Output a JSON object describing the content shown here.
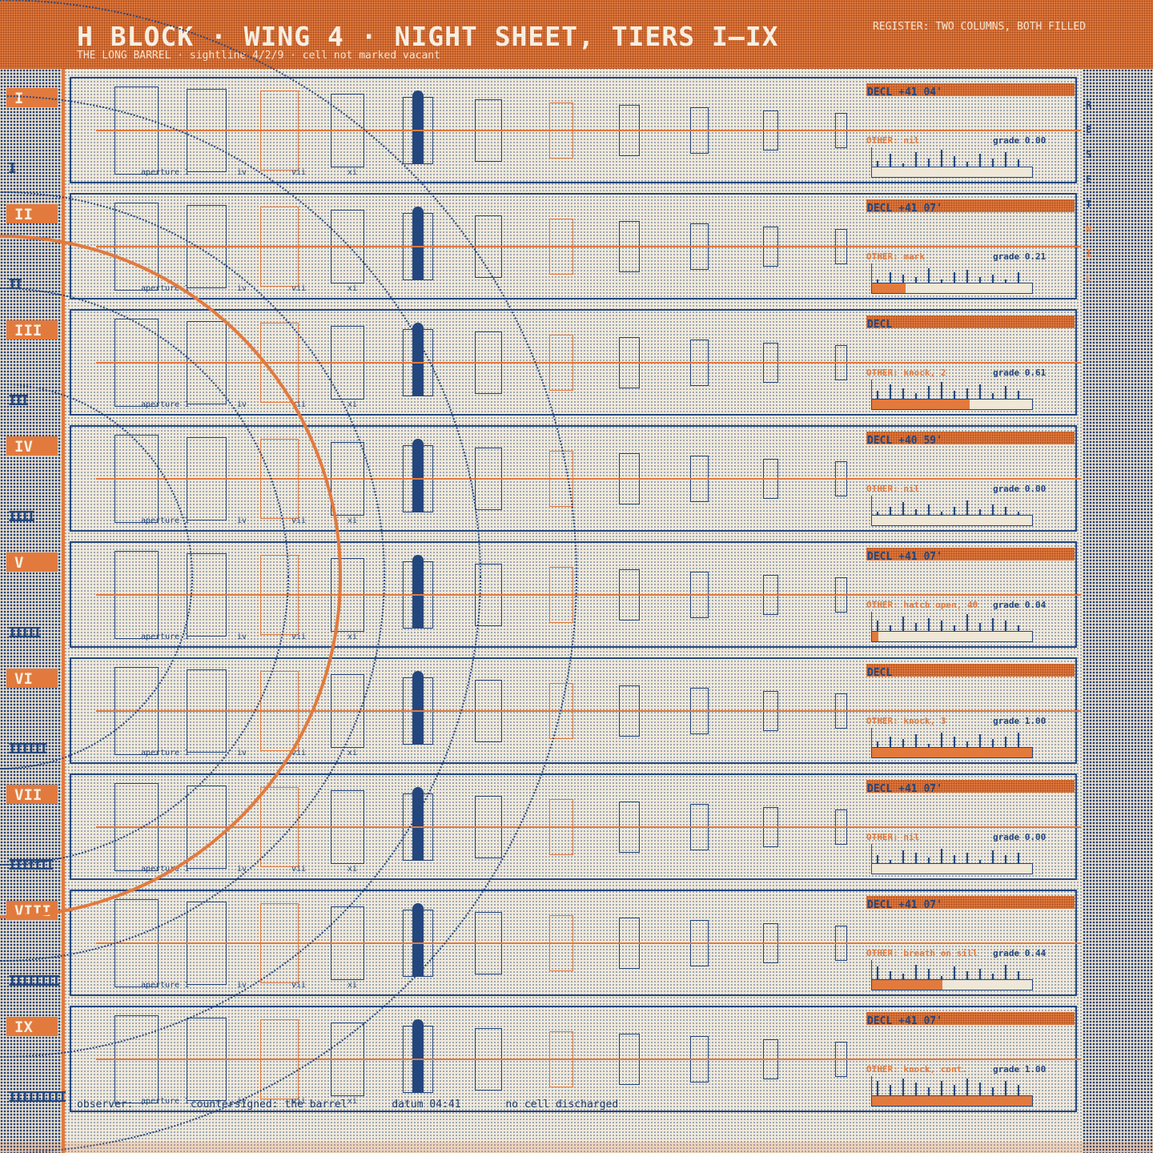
{
  "header": {
    "title": "H BLOCK · WING 4 · NIGHT SHEET, TIERS I–IX",
    "subtitle": "THE LONG BARREL · sightline 4/2/9 · cell not marked vacant",
    "register": "REGISTER: TWO COLUMNS, BOTH FILLED"
  },
  "cell_labels": [
    "aperture 1",
    "iv",
    "vii",
    "xi"
  ],
  "tiers": [
    {
      "numeral": "I",
      "tally": "I",
      "decl": "DECL +41 04'",
      "other": "OTHER: nil",
      "grade": "grade 0.00",
      "grade_value": 0.0,
      "meter": [
        0.4,
        0.7,
        0.3,
        0.8,
        0.5,
        0.9,
        0.6,
        0.35,
        0.7,
        0.5,
        0.8,
        0.45
      ]
    },
    {
      "numeral": "II",
      "tally": "II",
      "decl": "DECL +41 07'",
      "other": "OTHER: mark",
      "grade": "grade 0.21",
      "grade_value": 0.21,
      "meter": [
        0.3,
        0.6,
        0.5,
        0.4,
        0.8,
        0.3,
        0.6,
        0.7,
        0.4,
        0.5,
        0.3,
        0.6
      ]
    },
    {
      "numeral": "III",
      "tally": "III",
      "decl": "DECL",
      "other": "OTHER: knock, 2",
      "grade": "grade 0.61",
      "grade_value": 0.61,
      "meter": [
        0.5,
        0.8,
        0.6,
        0.4,
        0.7,
        0.9,
        0.5,
        0.6,
        0.8,
        0.4,
        0.7,
        0.5
      ]
    },
    {
      "numeral": "IV",
      "tally": "IIII",
      "decl": "DECL +40 59'",
      "other": "OTHER: nil",
      "grade": "grade 0.00",
      "grade_value": 0.0,
      "meter": [
        0.3,
        0.5,
        0.7,
        0.4,
        0.6,
        0.3,
        0.5,
        0.8,
        0.4,
        0.6,
        0.5,
        0.3
      ]
    },
    {
      "numeral": "V",
      "tally": "IIIII",
      "decl": "DECL +41 07'",
      "other": "OTHER: hatch open, 40",
      "grade": "grade 0.04",
      "grade_value": 0.04,
      "meter": [
        0.6,
        0.4,
        0.8,
        0.5,
        0.7,
        0.6,
        0.4,
        0.9,
        0.5,
        0.7,
        0.6,
        0.4
      ]
    },
    {
      "numeral": "VI",
      "tally": "IIIIII",
      "decl": "DECL",
      "other": "OTHER: knock, 3",
      "grade": "grade 1.00",
      "grade_value": 1.0,
      "meter": [
        0.4,
        0.6,
        0.5,
        0.7,
        0.3,
        0.8,
        0.6,
        0.4,
        0.7,
        0.5,
        0.6,
        0.8
      ]
    },
    {
      "numeral": "VII",
      "tally": "IIIIIII",
      "decl": "DECL +41 07'",
      "other": "OTHER: nil",
      "grade": "grade 0.00",
      "grade_value": 0.0,
      "meter": [
        0.5,
        0.3,
        0.7,
        0.6,
        0.4,
        0.8,
        0.5,
        0.6,
        0.3,
        0.7,
        0.5,
        0.6
      ]
    },
    {
      "numeral": "VIII",
      "tally": "IIIIIIII",
      "decl": "DECL +41 07'",
      "other": "OTHER: breath on sill",
      "grade": "grade 0.44",
      "grade_value": 0.44,
      "meter": [
        0.7,
        0.5,
        0.4,
        0.8,
        0.6,
        0.3,
        0.7,
        0.5,
        0.6,
        0.4,
        0.8,
        0.5
      ]
    },
    {
      "numeral": "IX",
      "tally": "IIIIIIIII",
      "decl": "DECL +41 07'",
      "other": "OTHER: knock, cont.",
      "grade": "grade 1.00",
      "grade_value": 1.0,
      "meter": [
        0.8,
        0.6,
        0.9,
        0.7,
        0.5,
        0.8,
        0.6,
        0.9,
        0.7,
        0.5,
        0.8,
        0.6
      ]
    }
  ],
  "margin_letters": [
    "R",
    "E",
    "S",
    "E",
    "T",
    "N",
    "I",
    "L"
  ],
  "footer": {
    "observer": "observer: ·",
    "countersigned": "countersigned: the barrel",
    "datum": "datum 04:41",
    "note": "no cell discharged"
  },
  "colors": {
    "ink": "#23467e",
    "accent": "#e27a3e",
    "paper": "#efe7d8"
  }
}
